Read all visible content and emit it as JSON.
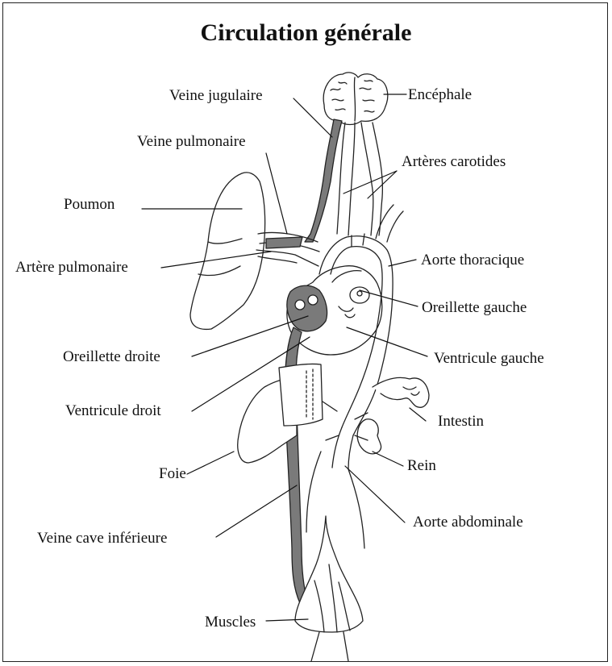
{
  "title": "Circulation générale",
  "labels": {
    "veine_jugulaire": "Veine jugulaire",
    "encephale": "Encéphale",
    "veine_pulmonaire": "Veine pulmonaire",
    "arteres_carotides": "Artères carotides",
    "poumon": "Poumon",
    "artere_pulmonaire": "Artère pulmonaire",
    "aorte_thoracique": "Aorte thoracique",
    "oreillette_gauche": "Oreillette gauche",
    "oreillette_droite": "Oreillette droite",
    "ventricule_gauche": "Ventricule gauche",
    "ventricule_droit": "Ventricule droit",
    "intestin": "Intestin",
    "rein": "Rein",
    "foie": "Foie",
    "aorte_abdominale": "Aorte abdominale",
    "veine_cave_inferieure": "Veine cave inférieure",
    "muscles": "Muscles"
  },
  "colors": {
    "venous_blood": "#7a7a7a",
    "line": "#222222",
    "background": "#ffffff"
  }
}
